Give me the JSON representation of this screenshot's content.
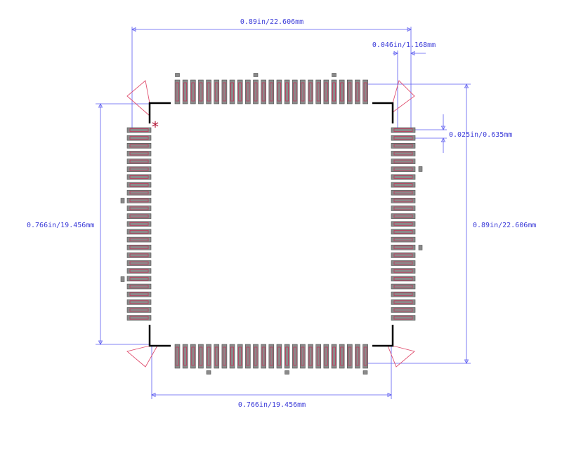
{
  "drawing": {
    "title": "",
    "pins_per_side": 25,
    "pin1_marker": "*",
    "colors": {
      "dimension": "#5a5af0",
      "dimension_text": "#3a3ad8",
      "pad_fill": "#8a8a8a",
      "pad_stroke": "#505050",
      "lead_outline": "#c0385a",
      "courtyard": "#e05070",
      "body": "#000000"
    }
  },
  "dimensions": {
    "top_overall": "0.89in/22.606mm",
    "pitch_tab": "0.046in/1.168mm",
    "pad_pitch": "0.025in/0.635mm",
    "right_overall": "0.89in/22.606mm",
    "left_body": "0.766in/19.456mm",
    "bottom_body": "0.766in/19.456mm"
  }
}
